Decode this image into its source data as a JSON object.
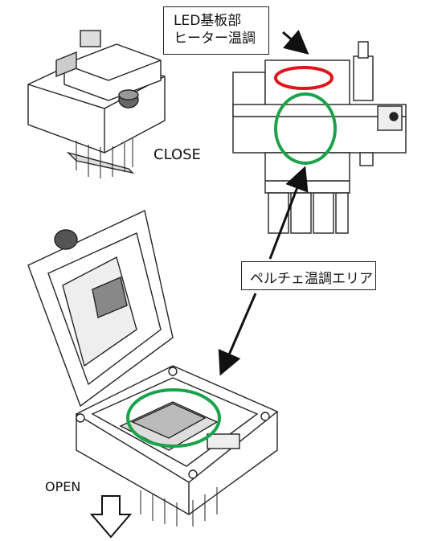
{
  "labels": {
    "led_line1": "LED基板部",
    "led_line2": "ヒーター温調",
    "peltier": "ペルチェ温調エリア",
    "close": "CLOSE",
    "open": "OPEN"
  },
  "colors": {
    "red_ellipse": "#e0161b",
    "green_ellipse": "#1aa34a",
    "line": "#222222"
  }
}
